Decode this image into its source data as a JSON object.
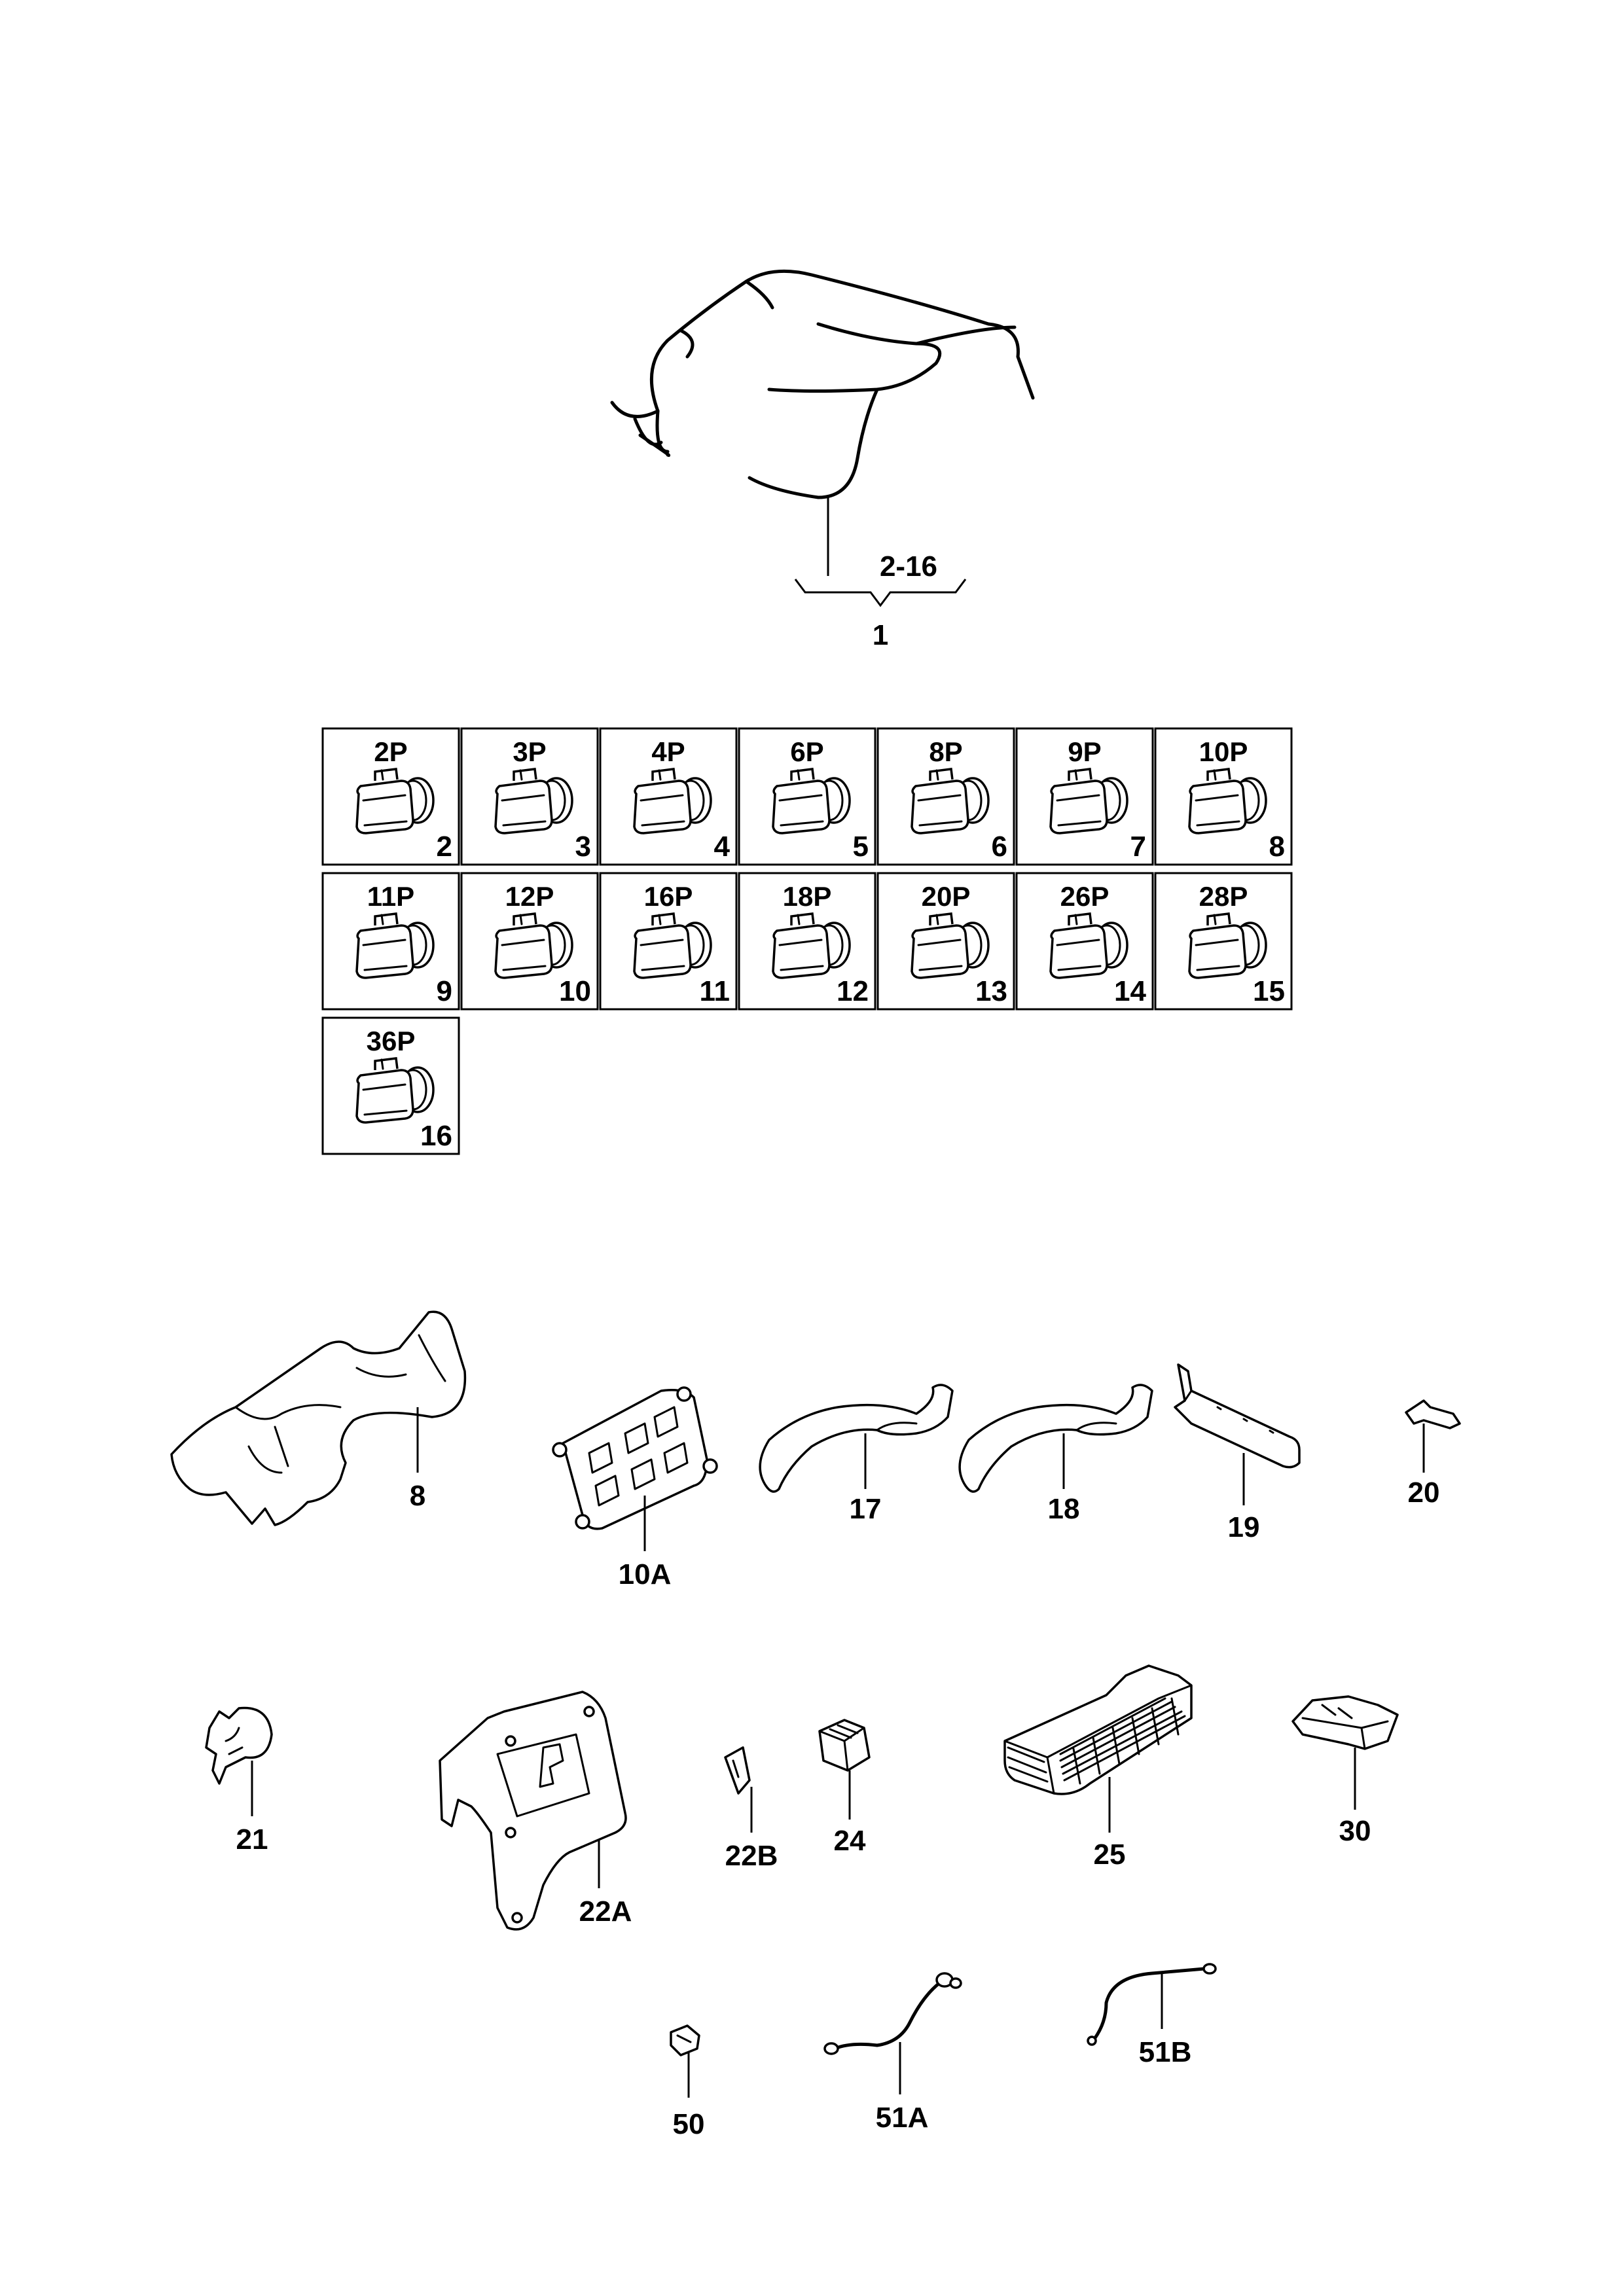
{
  "harness": {
    "range_label": "2-16",
    "main_label": "1"
  },
  "connectors": [
    {
      "pins": "2P",
      "ref": "2"
    },
    {
      "pins": "3P",
      "ref": "3"
    },
    {
      "pins": "4P",
      "ref": "4"
    },
    {
      "pins": "6P",
      "ref": "5"
    },
    {
      "pins": "8P",
      "ref": "6"
    },
    {
      "pins": "9P",
      "ref": "7"
    },
    {
      "pins": "10P",
      "ref": "8"
    },
    {
      "pins": "11P",
      "ref": "9"
    },
    {
      "pins": "12P",
      "ref": "10"
    },
    {
      "pins": "16P",
      "ref": "11"
    },
    {
      "pins": "18P",
      "ref": "12"
    },
    {
      "pins": "20P",
      "ref": "13"
    },
    {
      "pins": "26P",
      "ref": "14"
    },
    {
      "pins": "28P",
      "ref": "15"
    },
    {
      "pins": "36P",
      "ref": "16"
    }
  ],
  "parts": {
    "p8": "8",
    "p10a": "10A",
    "p17": "17",
    "p18": "18",
    "p19": "19",
    "p20": "20",
    "p21": "21",
    "p22a": "22A",
    "p22b": "22B",
    "p24": "24",
    "p25": "25",
    "p30": "30",
    "p50": "50",
    "p51a": "51A",
    "p51b": "51B"
  }
}
